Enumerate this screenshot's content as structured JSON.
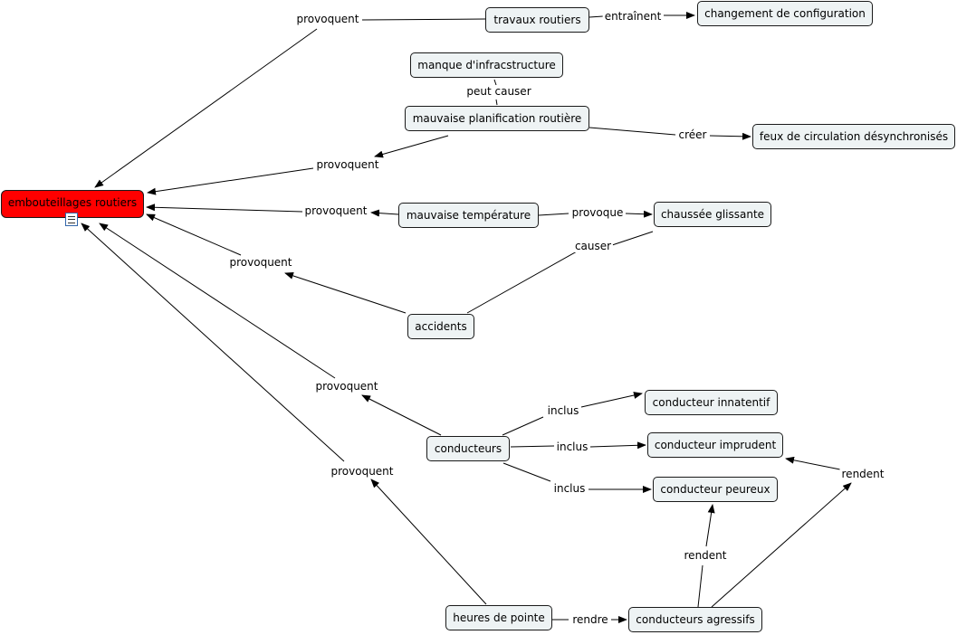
{
  "diagram": {
    "root": "embouteillages routiers",
    "root_icon": "document-icon",
    "colors": {
      "root_fill": "#ff0000",
      "node_fill": "#eef3f4",
      "line": "#000000"
    },
    "concepts": {
      "travaux": "travaux routiers",
      "changement": "changement de configuration",
      "manque": "manque d'infracstructure",
      "planif": "mauvaise planification routière",
      "feux": "feux de circulation désynchronisés",
      "temperature": "mauvaise température",
      "chaussee": "chaussée glissante",
      "accidents": "accidents",
      "conducteurs": "conducteurs",
      "innatentif": "conducteur innatentif",
      "imprudent": "conducteur imprudent",
      "peureux": "conducteur peureux",
      "pointe": "heures de pointe",
      "agressifs": "conducteurs agressifs"
    },
    "links": {
      "l_travaux": "provoquent",
      "l_entrainent": "entraînent",
      "l_peut_causer": "peut causer",
      "l_planif": "provoquent",
      "l_creer": "créer",
      "l_temperature": "provoquent",
      "l_provoque": "provoque",
      "l_causer": "causer",
      "l_accidents": "provoquent",
      "l_conducteurs": "provoquent",
      "l_inclus1": "inclus",
      "l_inclus2": "inclus",
      "l_inclus3": "inclus",
      "l_pointe": "provoquent",
      "l_rendre": "rendre",
      "l_rendent1": "rendent",
      "l_rendent2": "rendent"
    }
  }
}
